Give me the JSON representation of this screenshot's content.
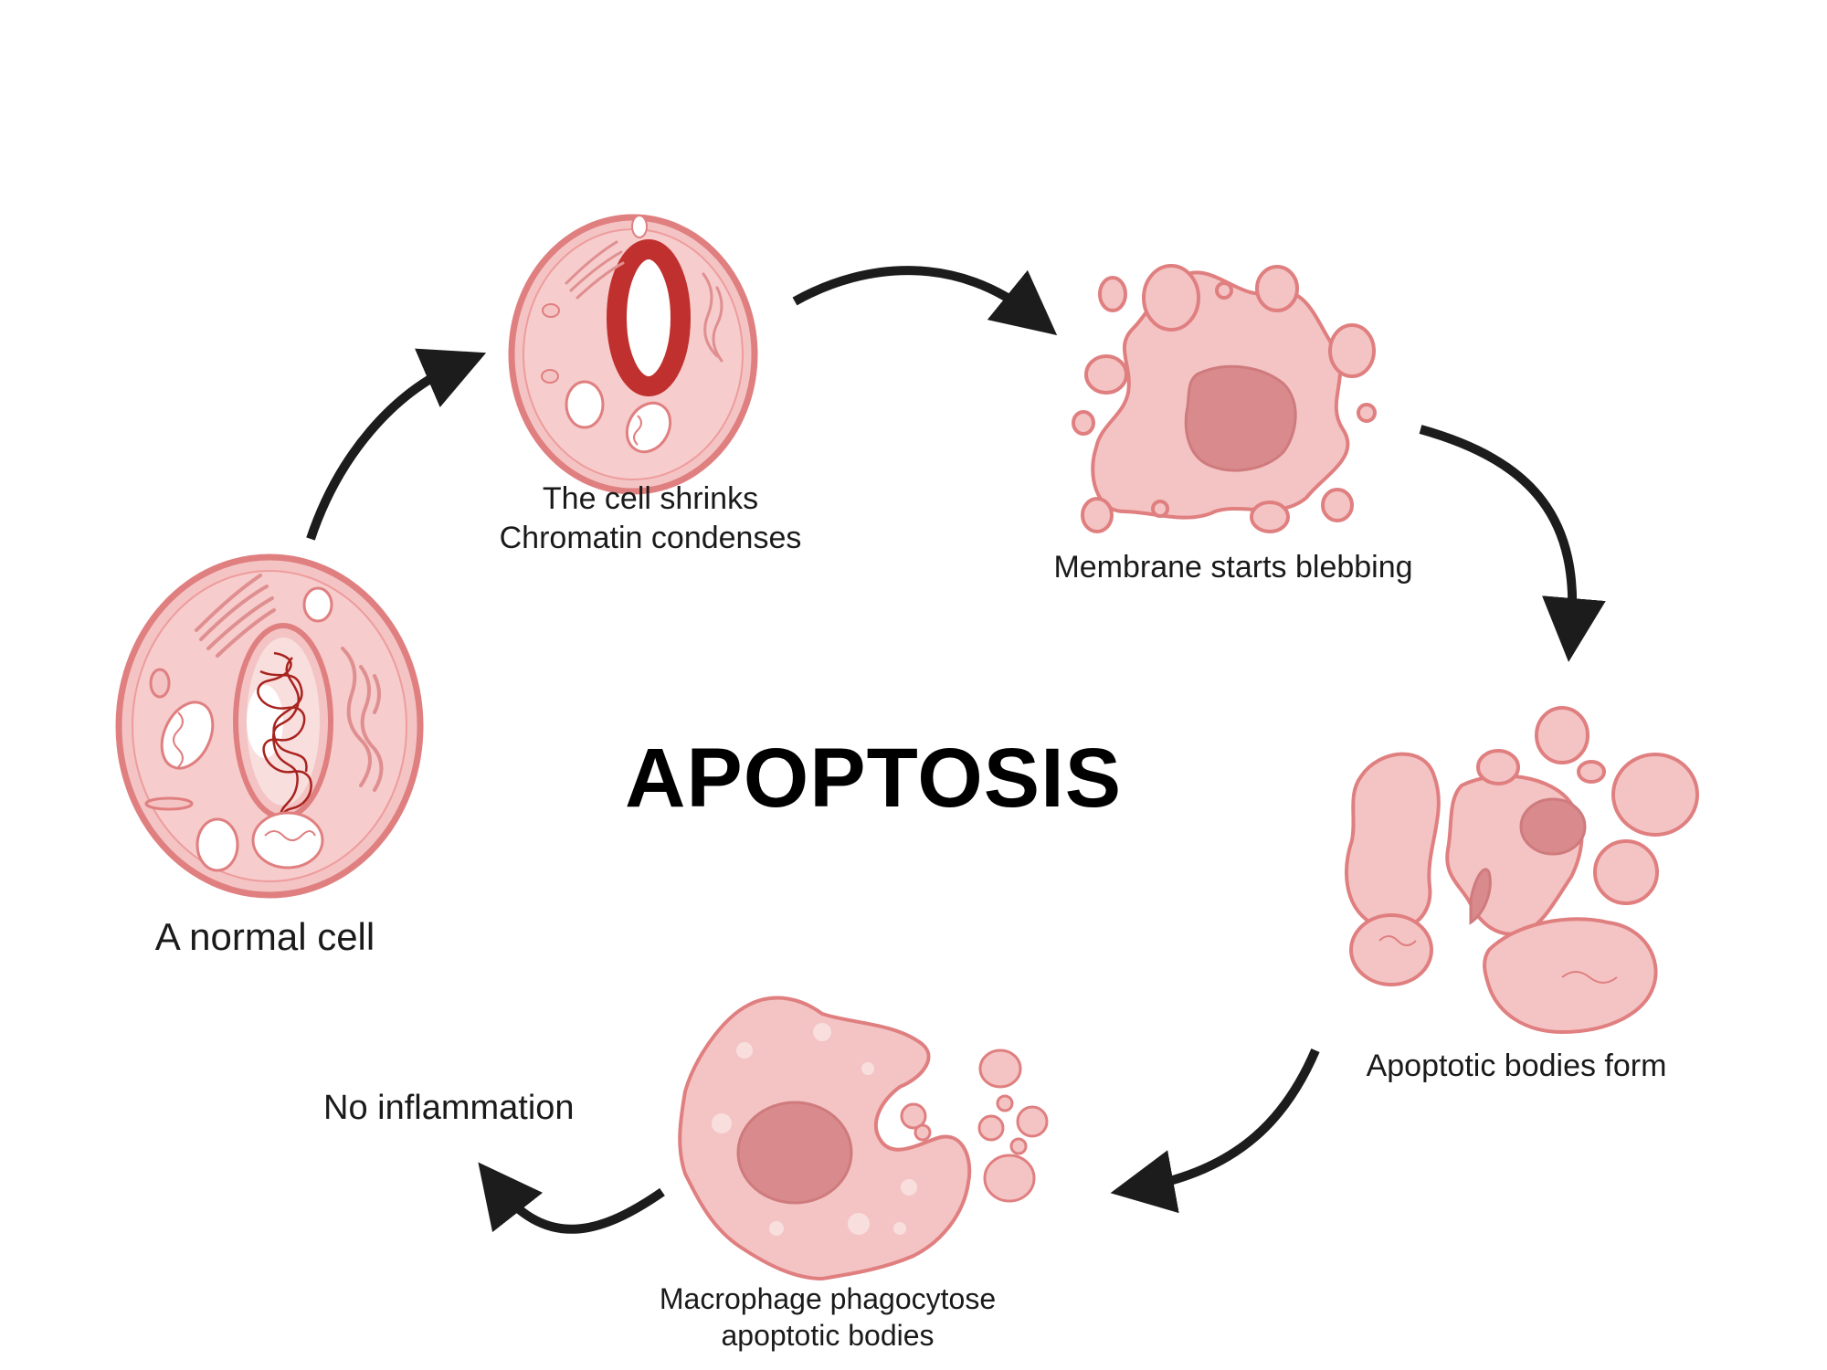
{
  "title": "APOPTOSIS",
  "stages": {
    "normal_cell": {
      "label": "A normal cell"
    },
    "shrinks": {
      "line1": "The cell shrinks",
      "line2": "Chromatin condenses"
    },
    "blebbing": {
      "label": "Membrane starts blebbing"
    },
    "bodies": {
      "label": "Apoptotic bodies form"
    },
    "macrophage": {
      "line1": "Macrophage phagocytose",
      "line2": "apoptotic bodies"
    },
    "outcome": {
      "label": "No inflammation"
    }
  },
  "colors": {
    "cell_fill": "#f4c4c4",
    "cell_stroke": "#e07f80",
    "cell_light": "#f9dcdc",
    "nucleus": "#d98a8c",
    "chromatin": "#c0302e",
    "arrow": "#1c1c1c"
  }
}
